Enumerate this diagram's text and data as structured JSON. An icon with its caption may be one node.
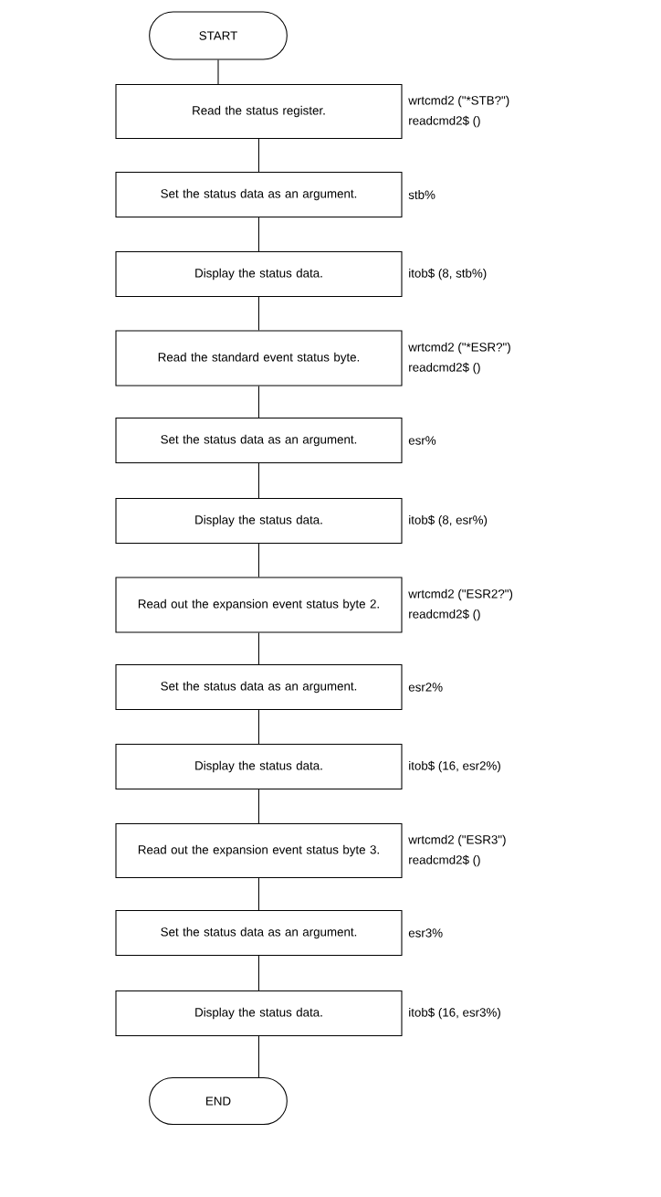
{
  "diagram": {
    "nodes": [
      {
        "text": [
          "START"
        ]
      },
      {
        "text": [
          "Read the status register."
        ],
        "beside": [
          "wrtcmd2 (\"*STB?\")",
          "readcmd2$ ()"
        ]
      },
      {
        "text": [
          "Set the status data as an argument."
        ],
        "beside": [
          "stb%"
        ]
      },
      {
        "text": [
          "Display the status data."
        ],
        "beside": [
          "itob$ (8, stb%)"
        ]
      },
      {
        "text": [
          "Read the standard event status byte."
        ],
        "beside": [
          "wrtcmd2 (\"*ESR?\")",
          "readcmd2$ ()"
        ]
      },
      {
        "text": [
          "Set the status data as an argument."
        ],
        "beside": [
          "esr%"
        ]
      },
      {
        "text": [
          "Display the status data."
        ],
        "beside": [
          "itob$ (8, esr%)"
        ]
      },
      {
        "text": [
          "Read out the expansion event status byte 2."
        ],
        "beside": [
          "wrtcmd2 (\"ESR2?\")",
          "readcmd2$ ()"
        ]
      },
      {
        "text": [
          "Set the status data as an argument."
        ],
        "beside": [
          "esr2%"
        ]
      },
      {
        "text": [
          "Display the status data."
        ],
        "beside": [
          "itob$ (16, esr2%)"
        ]
      },
      {
        "text": [
          "Read out the expansion event status byte 3."
        ],
        "beside": [
          "wrtcmd2 (\"ESR3\")",
          "readcmd2$ ()"
        ]
      },
      {
        "text": [
          "Set the status data as an argument."
        ],
        "beside": [
          "esr3%"
        ]
      },
      {
        "text": [
          "Display the status data."
        ],
        "beside": [
          "itob$ (16, esr3%)"
        ]
      },
      {
        "text": [
          "END"
        ]
      }
    ],
    "edges": [
      {
        "from": 0,
        "to": 1,
        "arrow": "none"
      },
      {
        "from": 1,
        "to": 2,
        "arrow": "none"
      },
      {
        "from": 2,
        "to": 3,
        "arrow": "none"
      },
      {
        "from": 3,
        "to": 4,
        "arrow": "none"
      },
      {
        "from": 4,
        "to": 5,
        "arrow": "none"
      },
      {
        "from": 5,
        "to": 6,
        "arrow": "none"
      },
      {
        "from": 6,
        "to": 7,
        "arrow": "none"
      },
      {
        "from": 7,
        "to": 8,
        "arrow": "none"
      },
      {
        "from": 8,
        "to": 9,
        "arrow": "none"
      },
      {
        "from": 9,
        "to": 10,
        "arrow": "none"
      },
      {
        "from": 10,
        "to": 11,
        "arrow": "none"
      },
      {
        "from": 11,
        "to": 12,
        "arrow": "none"
      },
      {
        "from": 12,
        "to": 13,
        "arrow": "none"
      }
    ]
  }
}
